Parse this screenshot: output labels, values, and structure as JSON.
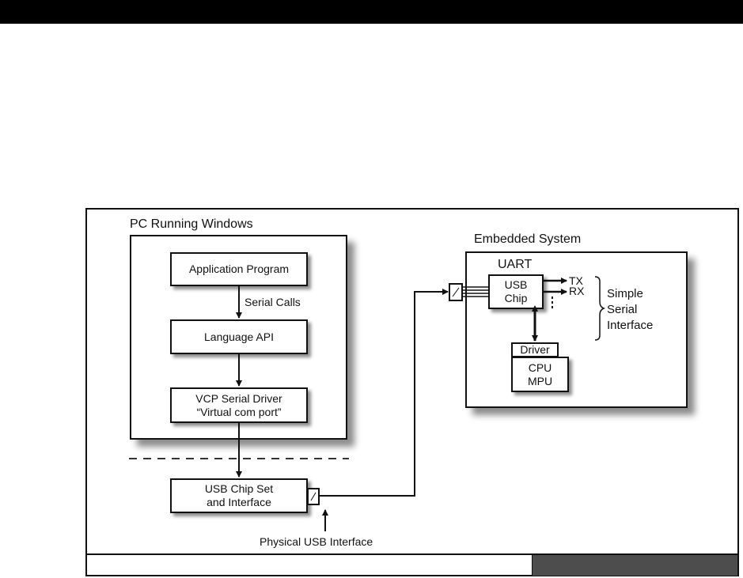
{
  "diagram": {
    "pc": {
      "title": "PC Running Windows",
      "application": "Application Program",
      "serial_calls": "Serial Calls",
      "language_api": "Language API",
      "vcp_line1": "VCP Serial Driver",
      "vcp_line2": "“Virtual com port”",
      "usb_chipset_line1": "USB Chip Set",
      "usb_chipset_line2": "and Interface",
      "physical_usb": "Physical USB Interface"
    },
    "embedded": {
      "title": "Embedded System",
      "uart": "UART",
      "usb_chip_line1": "USB",
      "usb_chip_line2": "Chip",
      "tx": "TX",
      "rx": "RX",
      "serial_line1": "Simple",
      "serial_line2": "Serial",
      "serial_line3": "Interface",
      "driver": "Driver",
      "cpu": "CPU",
      "mpu": "MPU"
    },
    "colors": {
      "top_bar": "#000000",
      "footer_dark": "#4d4d4d",
      "line": "#111111"
    }
  }
}
